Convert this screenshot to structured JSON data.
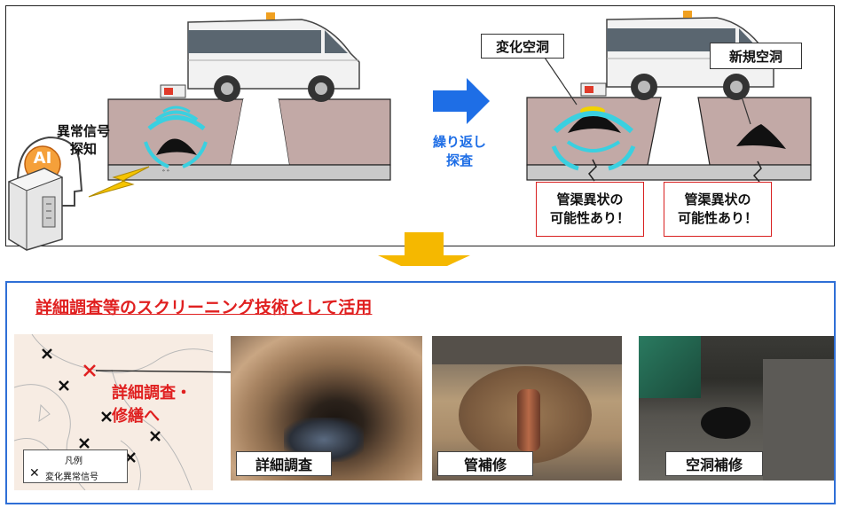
{
  "top": {
    "abnormal_signal_line1": "異常信号",
    "abnormal_signal_line2": "探知",
    "ai_label": "AI",
    "repeat_line1": "繰り返し",
    "repeat_line2": "探査",
    "changed_cavity": "変化空洞",
    "new_cavity": "新規空洞",
    "pipe_alert_1_line1": "管渠異状の",
    "pipe_alert_1_line2": "可能性あり！",
    "pipe_alert_2_line1": "管渠異状の",
    "pipe_alert_2_line2": "可能性あり！"
  },
  "bottom": {
    "heading": "詳細調査等のスクリーニング技術として活用",
    "map_callout_line1": "詳細調査・",
    "map_callout_line2": "修繕へ",
    "legend_title": "凡例",
    "legend_item": "変化異常信号",
    "photos": [
      {
        "label": "詳細調査"
      },
      {
        "label": "管補修"
      },
      {
        "label": "空洞補修"
      }
    ]
  },
  "colors": {
    "heading_red": "#e02020",
    "arrow_blue": "#1e6ee6",
    "arrow_yellow": "#f5b800",
    "frame_blue": "#2f6fd6",
    "cyan_wave": "#3ad0e0"
  }
}
